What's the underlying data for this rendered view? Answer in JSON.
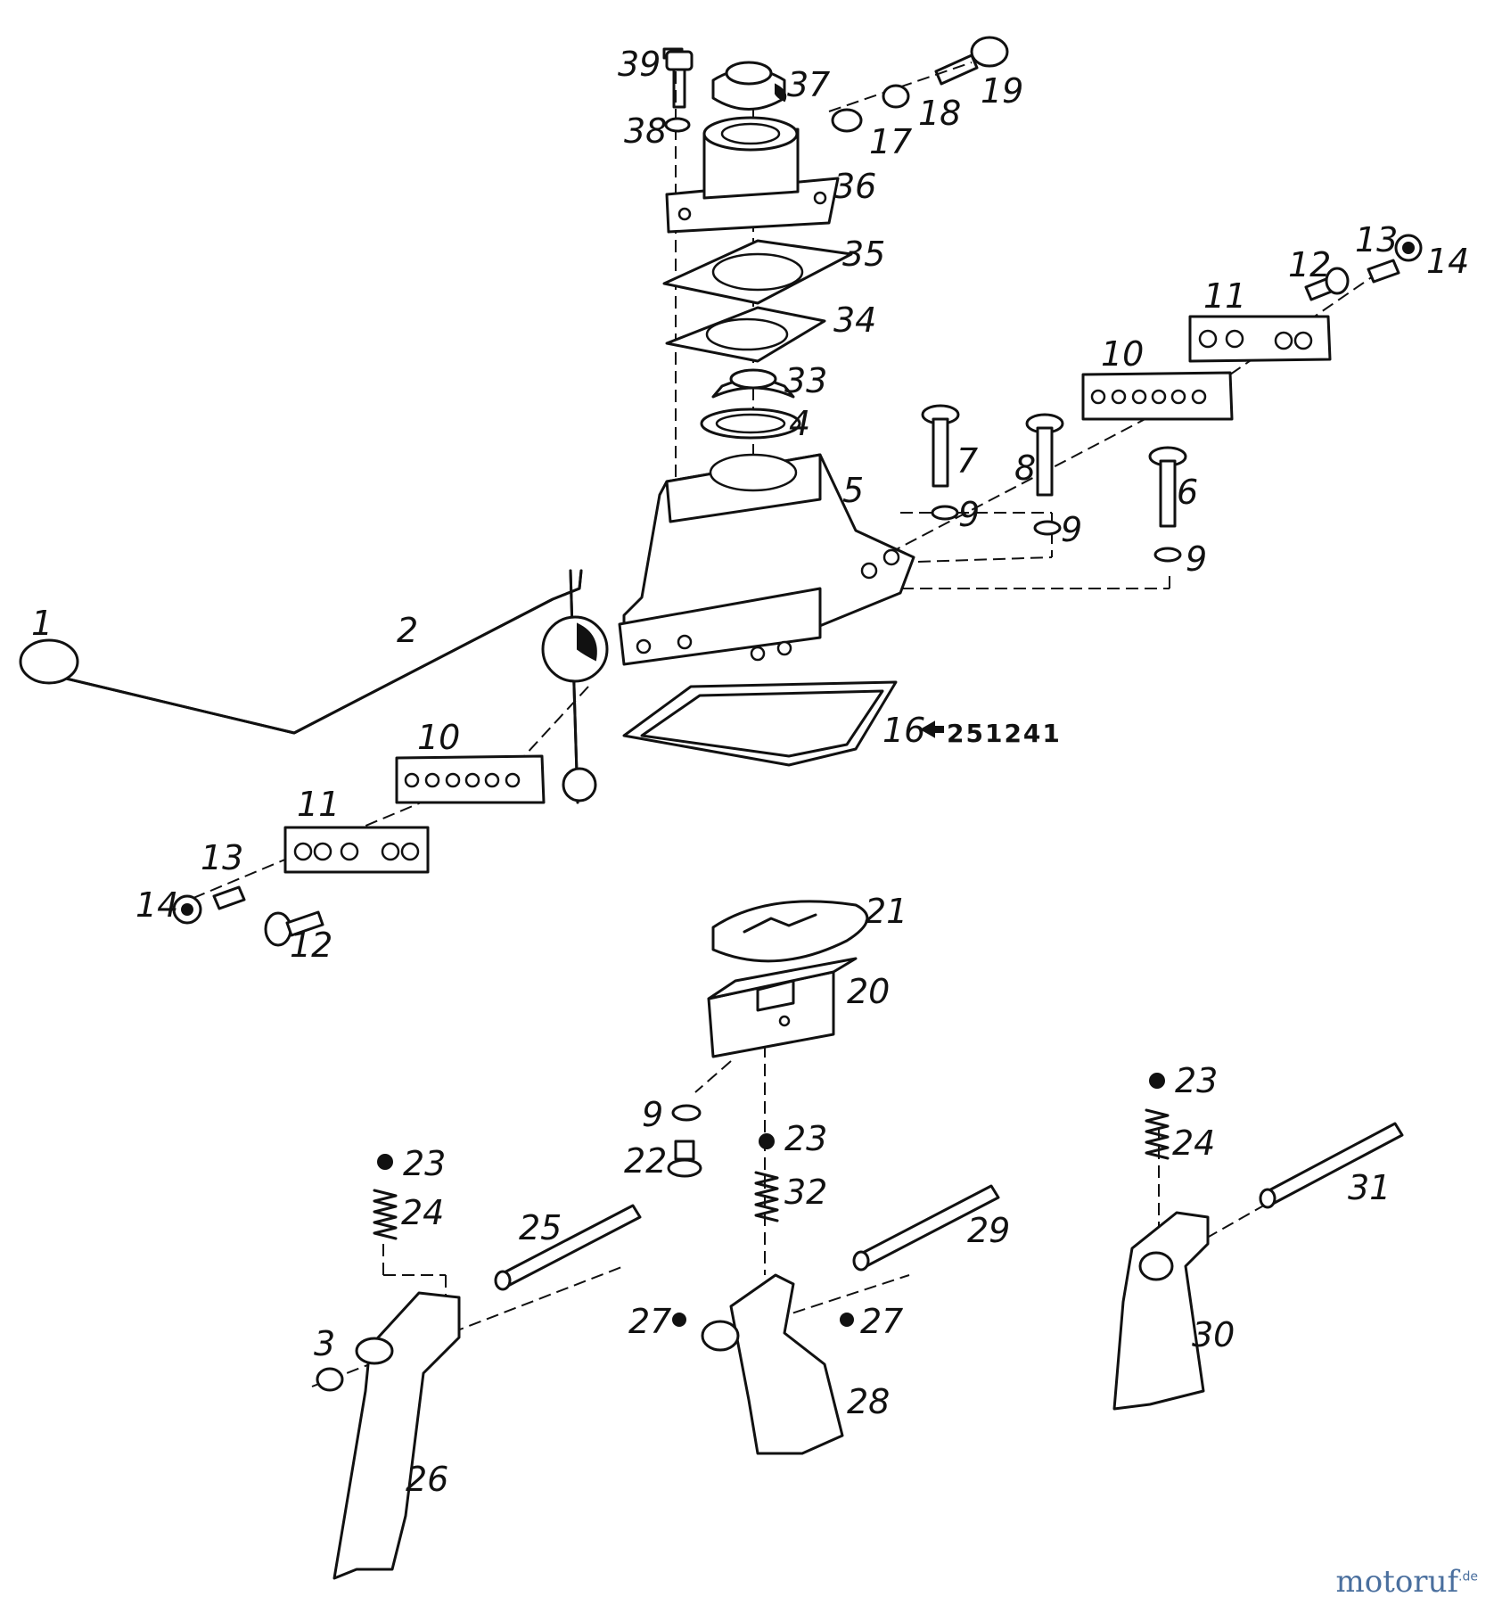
{
  "diagram": {
    "reference_code": "251241",
    "reference_part": "16",
    "watermark": {
      "name": "motoruf",
      "suffix": ".de"
    },
    "labels": {
      "p1": "1",
      "p2": "2",
      "p3": "3",
      "p4": "4",
      "p5": "5",
      "p6": "6",
      "p7": "7",
      "p8": "8",
      "p9a": "9",
      "p9b": "9",
      "p9c": "9",
      "p9d": "9",
      "p10a": "10",
      "p10b": "10",
      "p11a": "11",
      "p11b": "11",
      "p12a": "12",
      "p12b": "12",
      "p13a": "13",
      "p13b": "13",
      "p14a": "14",
      "p14b": "14",
      "p16": "16",
      "p17": "17",
      "p18": "18",
      "p19": "19",
      "p20": "20",
      "p21": "21",
      "p22": "22",
      "p23a": "23",
      "p23b": "23",
      "p23c": "23",
      "p24a": "24",
      "p24b": "24",
      "p25": "25",
      "p26": "26",
      "p27a": "27",
      "p27b": "27",
      "p28": "28",
      "p29": "29",
      "p30": "30",
      "p31": "31",
      "p32": "32",
      "p33": "33",
      "p34": "34",
      "p35": "35",
      "p36": "36",
      "p37": "37",
      "p38": "38",
      "p39": "39"
    }
  }
}
